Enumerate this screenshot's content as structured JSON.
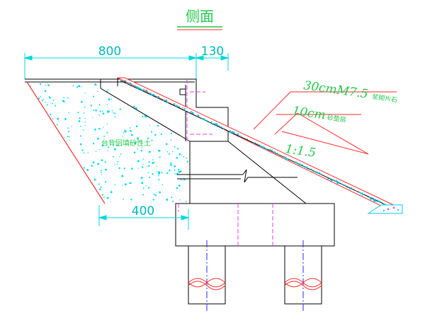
{
  "drawing": {
    "title": "侧面",
    "dims": {
      "top_width": "800",
      "top_right": "130",
      "bottom_width": "400"
    },
    "labels": {
      "fill_material": "台背回填砂性土",
      "layer1_value": "30cmM7.5",
      "layer1_suffix": "浆砌片石",
      "layer2_value": "10cm",
      "layer2_suffix": "砂垫层",
      "slope": "1:1.5"
    },
    "colors": {
      "outline": "#000000",
      "dimension": "#00d8d8",
      "annotation": "#22c84a",
      "hatch": "#ff2a2a",
      "centerline": "#2a2aff",
      "hidden": "#e040e0"
    }
  }
}
